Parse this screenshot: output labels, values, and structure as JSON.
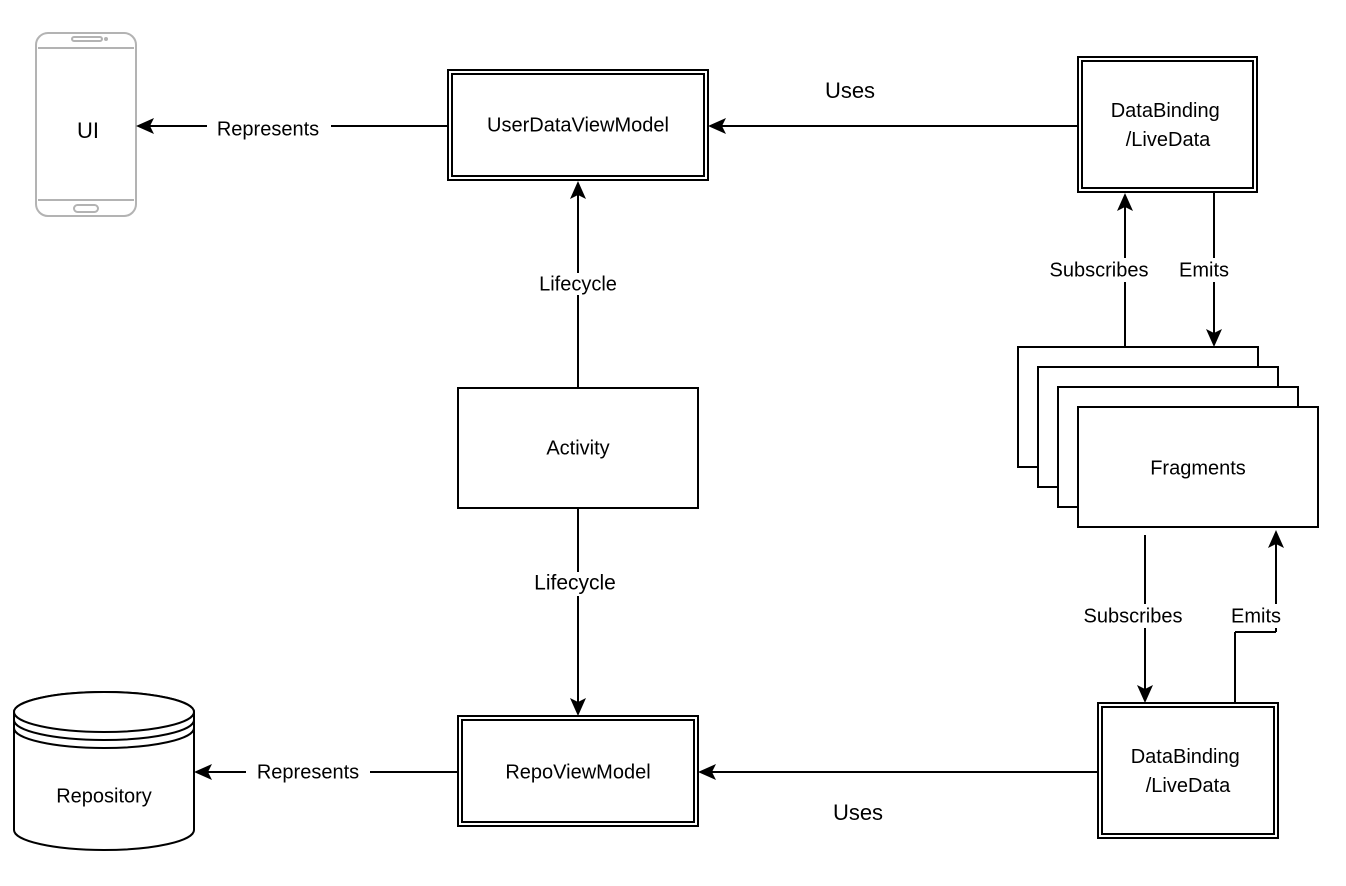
{
  "diagram": {
    "nodes": {
      "ui": "UI",
      "user_vm": "UserDataViewModel",
      "databinding_top": [
        "DataBinding",
        "/LiveData"
      ],
      "activity": "Activity",
      "fragments": "Fragments",
      "repo_vm": "RepoViewModel",
      "databinding_bottom": [
        "DataBinding",
        "/LiveData"
      ],
      "repository": "Repository"
    },
    "edges": {
      "represents_top": "Represents",
      "uses_top": "Uses",
      "lifecycle_top": "Lifecycle",
      "lifecycle_bottom": "Lifecycle",
      "subscribes_top": "Subscribes",
      "emits_top": "Emits",
      "subscribes_bottom": "Subscribes",
      "emits_bottom": "Emits",
      "represents_bottom": "Represents",
      "uses_bottom": "Uses"
    }
  }
}
